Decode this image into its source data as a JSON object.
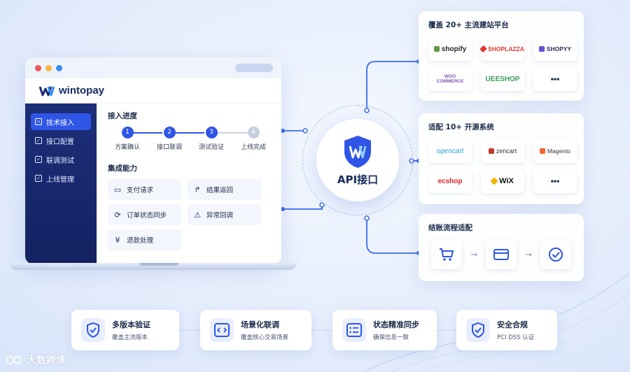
{
  "laptop": {
    "brand": "wintopay",
    "sidebar": [
      {
        "label": "技术接入",
        "icon": "code-icon",
        "active": true
      },
      {
        "label": "接口配置",
        "icon": "check-square-icon",
        "active": false
      },
      {
        "label": "联调测试",
        "icon": "check-square-icon",
        "active": false
      },
      {
        "label": "上线管理",
        "icon": "check-square-icon",
        "active": false
      }
    ],
    "progress_title": "接入进度",
    "steps": [
      {
        "num": "1",
        "label": "方案确认",
        "done": true
      },
      {
        "num": "2",
        "label": "接口联调",
        "done": true
      },
      {
        "num": "3",
        "label": "测试验证",
        "done": true
      },
      {
        "num": "4",
        "label": "上线完成",
        "done": false
      }
    ],
    "caps_title": "集成能力",
    "caps": [
      {
        "label": "支付请求",
        "icon": "card-icon"
      },
      {
        "label": "结果返回",
        "icon": "return-arrow-icon"
      },
      {
        "label": "订单状态同步",
        "icon": "sync-icon"
      },
      {
        "label": "异常回调",
        "icon": "warning-icon"
      },
      {
        "label": "退款处理",
        "icon": "yen-icon"
      }
    ]
  },
  "hub": {
    "label": "API接口"
  },
  "platforms": {
    "title": "覆盖 20+ 主流建站平台",
    "items": [
      "shopify",
      "SHOPLAZZA",
      "SHOPYY",
      "WOO COMMERCE",
      "UEESHOP",
      "•••"
    ]
  },
  "opensource": {
    "title": "适配 10+ 开源系统",
    "items": [
      "opencart",
      "zencart",
      "Magento",
      "ecshop",
      "WiX",
      "•••"
    ]
  },
  "checkout": {
    "title": "结账流程适配",
    "steps": [
      "cart-icon",
      "card-icon",
      "check-circle-icon"
    ]
  },
  "features": [
    {
      "title": "多版本验证",
      "sub": "覆盖主流版本",
      "icon": "shield-check-icon"
    },
    {
      "title": "场景化联调",
      "sub": "覆盖核心交易场景",
      "icon": "code-icon"
    },
    {
      "title": "状态精准同步",
      "sub": "确保信息一致",
      "icon": "list-check-icon"
    },
    {
      "title": "安全合规",
      "sub": "PCI DSS 认证",
      "icon": "shield-check-icon"
    }
  ],
  "watermark": "大数跨境",
  "colors": {
    "accent": "#2f55e6",
    "navy": "#1a2c73"
  }
}
